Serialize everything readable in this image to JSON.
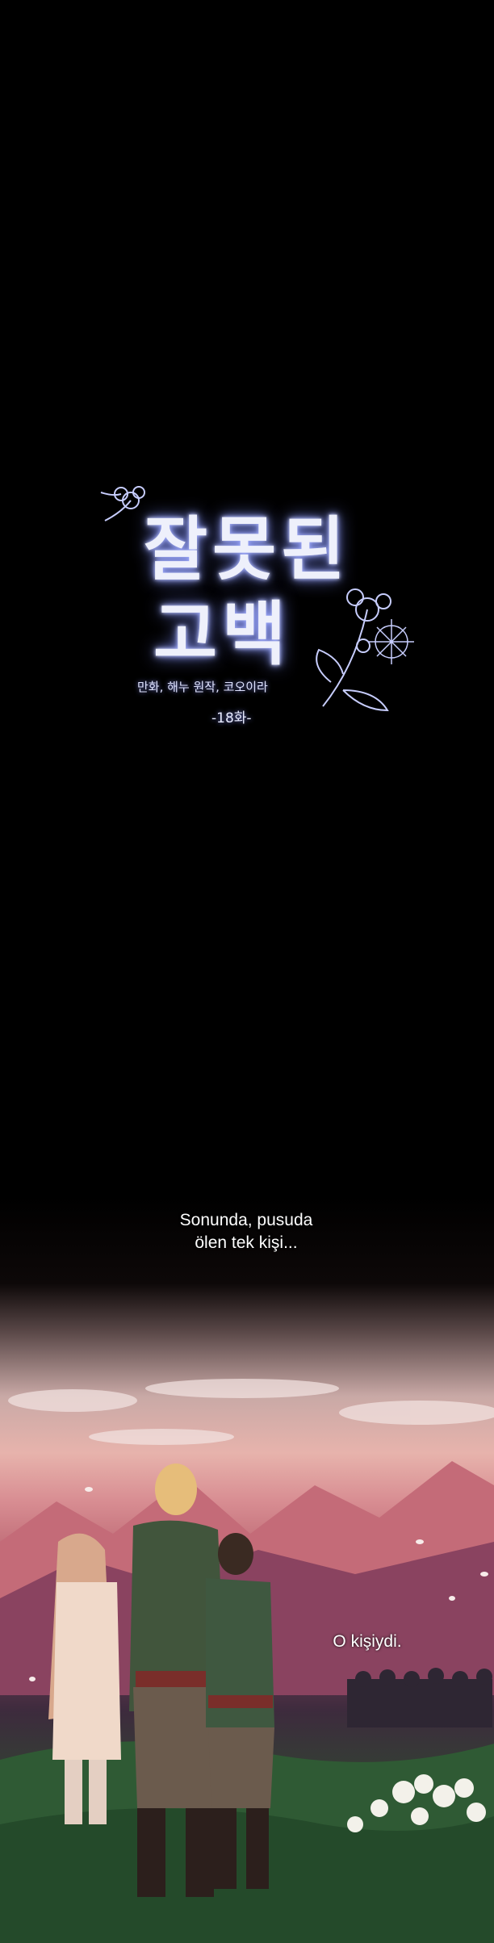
{
  "title": {
    "line1": "잘못된",
    "line2": "고백",
    "credits": "만화, 해누 원작, 코오이라",
    "episode": "-18화-"
  },
  "narration": {
    "line1": "Sonunda, pusuda",
    "line2": "ölen tek kişi...",
    "line3": "O kişiydi."
  },
  "colors": {
    "background": "#000000",
    "title_glow": "#8b97f0",
    "sky_pink": "#e9a7a6",
    "mountain": "#b8626f",
    "grass": "#2f5a34"
  },
  "icons": [
    "flower-ornament-icon",
    "compass-star-icon"
  ]
}
